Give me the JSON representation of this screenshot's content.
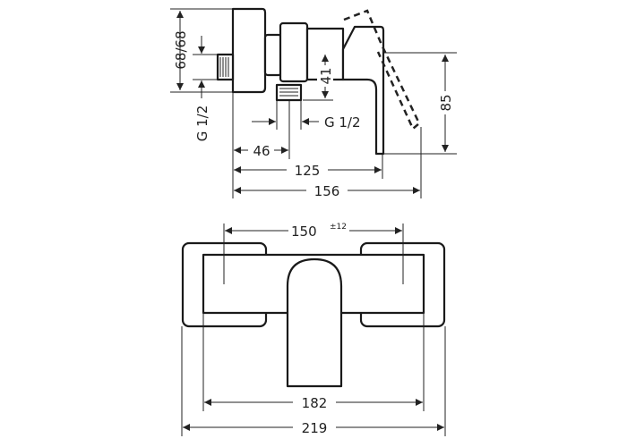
{
  "side_view": {
    "dim_height": "68/68",
    "dim_inlet_thread": "G 1/2",
    "dim_outlet_thread": "G 1/2",
    "dim_41": "41",
    "dim_85": "85",
    "dim_46": "46",
    "dim_125": "125",
    "dim_156": "156"
  },
  "front_view": {
    "dim_150": "150",
    "dim_150_tolerance": "±12",
    "dim_182": "182",
    "dim_219": "219"
  }
}
